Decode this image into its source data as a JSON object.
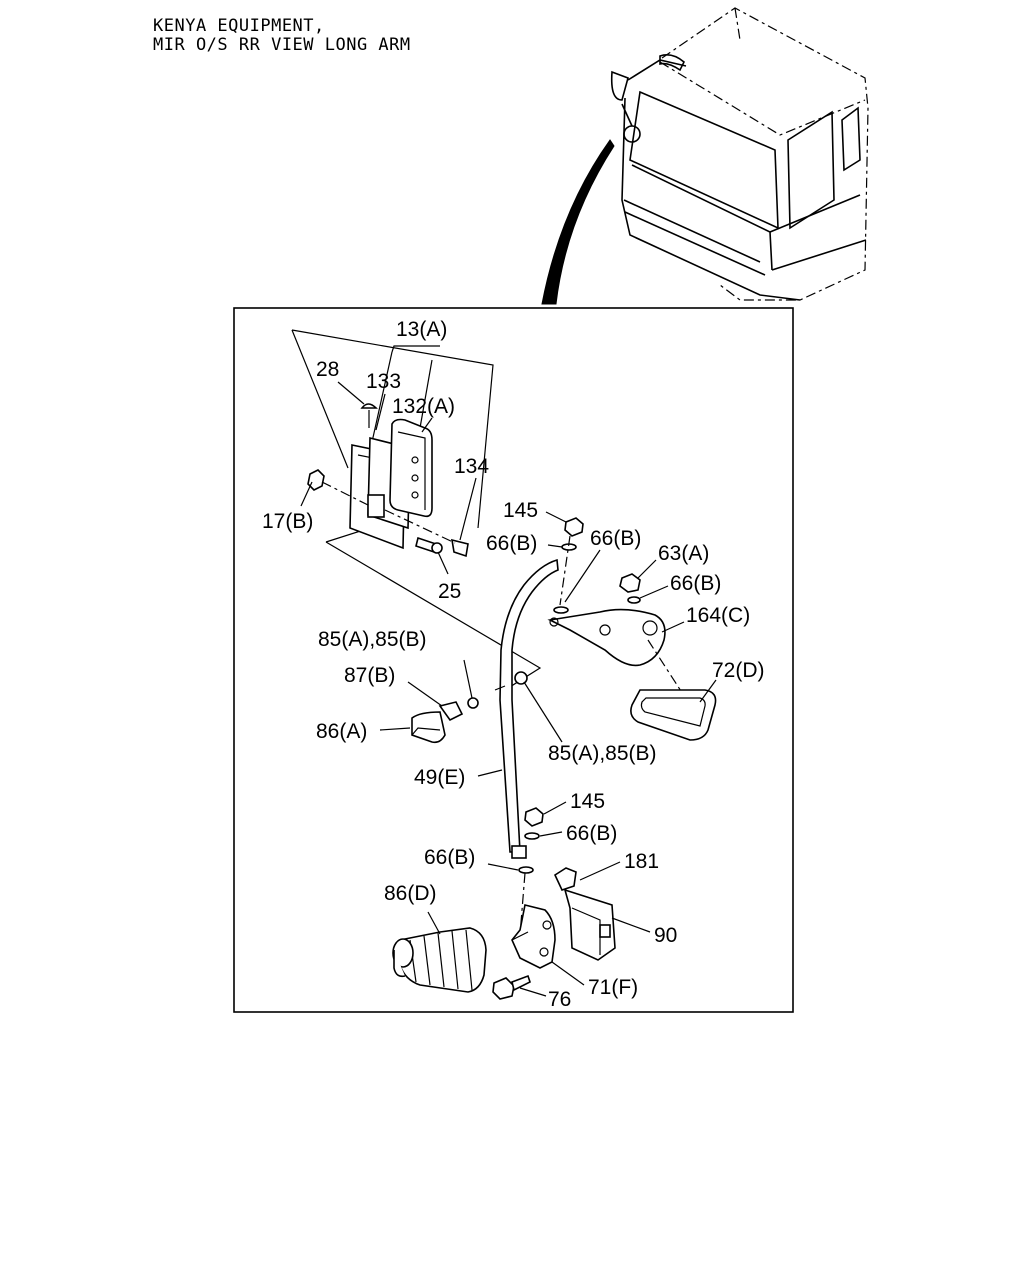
{
  "header": {
    "line1": "KENYA EQUIPMENT,",
    "line2": "MIR O/S RR VIEW LONG ARM"
  },
  "labels": {
    "p13a": "13(A)",
    "p28": "28",
    "p133": "133",
    "p132a": "132(A)",
    "p134": "134",
    "p17b": "17(B)",
    "p25": "25",
    "p145_top": "145",
    "p66b_1": "66(B)",
    "p66b_2": "66(B)",
    "p63a": "63(A)",
    "p66b_3": "66(B)",
    "p164c": "164(C)",
    "p85_top": "85(A),85(B)",
    "p87b": "87(B)",
    "p72d": "72(D)",
    "p86a": "86(A)",
    "p85_mid": "85(A),85(B)",
    "p49e": "49(E)",
    "p145_low": "145",
    "p66b_4": "66(B)",
    "p66b_5": "66(B)",
    "p181": "181",
    "p86d": "86(D)",
    "p90": "90",
    "p71f": "71(F)",
    "p76": "76"
  }
}
